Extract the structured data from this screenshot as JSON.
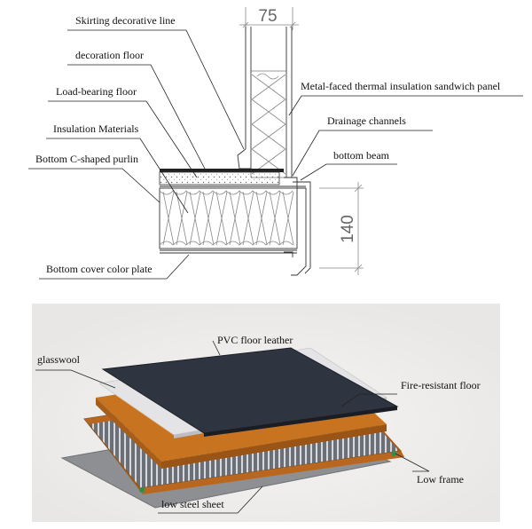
{
  "top_diagram": {
    "dimension_width": "75",
    "dimension_height": "140",
    "labels": {
      "skirting": "Skirting decorative line",
      "decoration_floor": "decoration floor",
      "load_bearing_floor": "Load-bearing floor",
      "insulation_materials": "Insulation Materials",
      "bottom_purlin": "Bottom C-shaped purlin",
      "bottom_cover": "Bottom cover color plate",
      "sandwich_panel": "Metal-faced thermal insulation sandwich panel",
      "drainage": "Drainage channels",
      "bottom_beam": "bottom beam"
    }
  },
  "bottom_diagram": {
    "labels": {
      "pvc": "PVC floor leather",
      "glasswool": "glasswool",
      "fire_resistant": "Fire-resistant floor",
      "low_frame": "Low frame",
      "low_steel_sheet": "low steel sheet"
    },
    "colors": {
      "pvc_floor": "#2f3540",
      "glasswool": "#e4e4e6",
      "fire_resistant_floor": "#c8731f",
      "frame": "#b9671e",
      "steel_sheet": "#8d8f93",
      "background": "#f0efee"
    }
  }
}
